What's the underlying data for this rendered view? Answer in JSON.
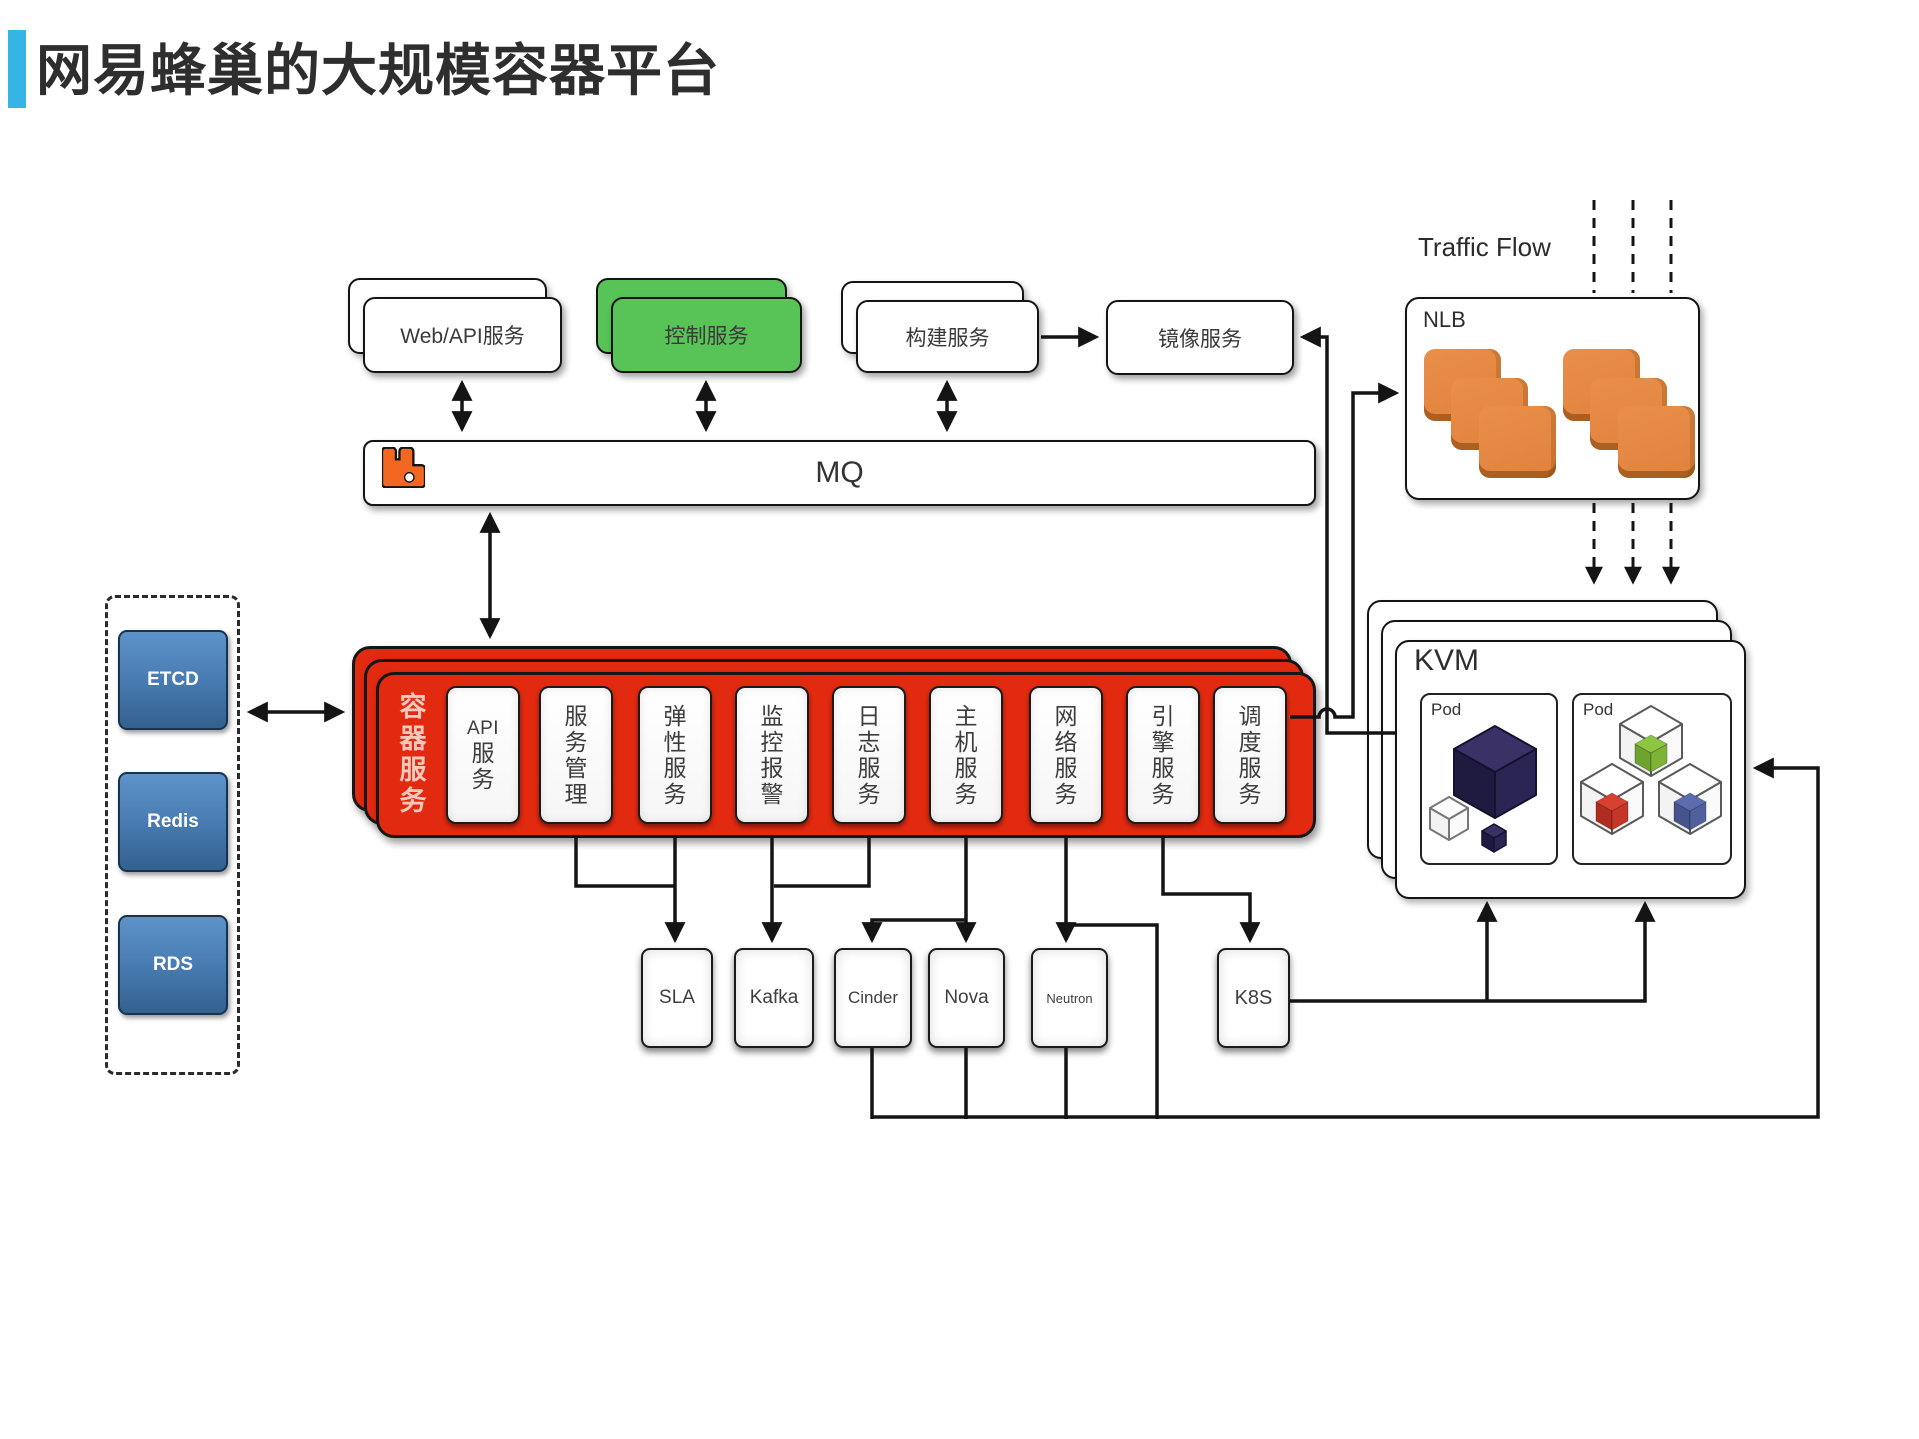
{
  "title": "网易蜂巢的大规模容器平台",
  "colors": {
    "accent": "#35b5e5",
    "green": "#58c356",
    "red": "#e22a10",
    "label_pink": "#f6c9bd",
    "db_blue_light": "#5e93c9",
    "db_blue": "#4a7eb5",
    "db_blue_dark": "#33618f",
    "db_border": "#17334f",
    "orange": "#e0823d",
    "mq_orange": "#f26822",
    "line": "#141414",
    "navy_top": "#3a3166",
    "navy_left": "#1f1a40",
    "navy_right": "#2b2553",
    "green_top": "#8dc63f",
    "green_left": "#6ea32f",
    "green_right": "#7db437",
    "red_top": "#d8402f",
    "red_left": "#b02c1e",
    "red_right": "#c53627",
    "blue_top": "#5c6cae",
    "blue_left": "#46548c",
    "blue_right": "#51609d"
  },
  "top_row": {
    "web_api": "Web/API服务",
    "control": "控制服务",
    "build": "构建服务",
    "image": "镜像服务"
  },
  "mq": {
    "label": "MQ",
    "icon": "rabbitmq-icon"
  },
  "datastores": [
    "ETCD",
    "Redis",
    "RDS"
  ],
  "platform": {
    "label": "容器服务",
    "services": [
      "API服务",
      "服务管理",
      "弹性服务",
      "监控报警",
      "日志服务",
      "主机服务",
      "网络服务",
      "引擎服务",
      "调度服务"
    ]
  },
  "bottom_row": [
    "SLA",
    "Kafka",
    "Cinder",
    "Nova",
    "Neutron",
    "K8S"
  ],
  "traffic": {
    "label": "Traffic Flow",
    "nlb": "NLB"
  },
  "kvm": {
    "label": "KVM",
    "pods": [
      "Pod",
      "Pod"
    ]
  }
}
